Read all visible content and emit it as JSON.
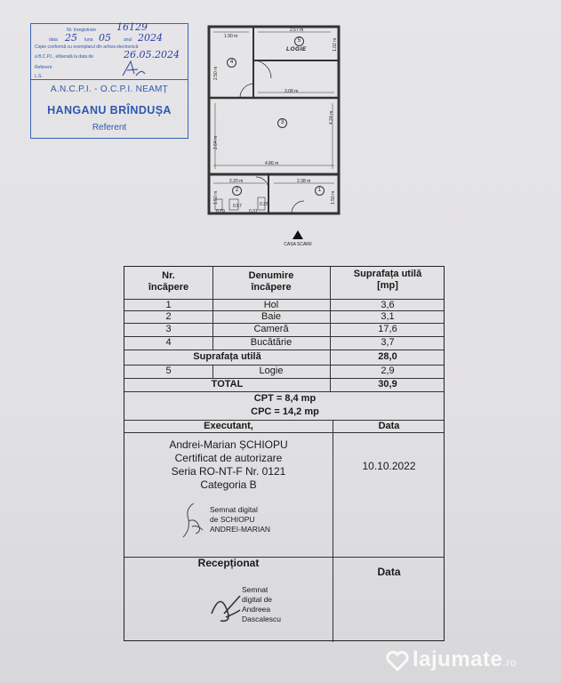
{
  "stamp": {
    "line1": "Nr. înregistrare",
    "nr": "16129",
    "line2_pre": "data",
    "day": "25",
    "line2_luna": "luna",
    "month": "05",
    "line2_anul": "anul",
    "year": "2024",
    "line3": "Copie conformă cu exemplarul din arhiva electronică",
    "line4_pre": "a B.C.P.I., eliberată la data de",
    "date": "26.05.2024",
    "line5": "Referent",
    "line6": "L.S.",
    "org": "A.N.C.P.I. - O.C.P.I. NEAMȚ",
    "name": "HANGANU BRÎNDUȘA",
    "role": "Referent"
  },
  "plan": {
    "label_logie": "LOGIE",
    "room_nums": [
      "5",
      "4",
      "3",
      "2",
      "1"
    ],
    "dims": {
      "top_left": "1.90 m",
      "top_right": "2.57 m",
      "logie_right": "1.02 m",
      "left_upper": "2.50 m",
      "mid": "3.08 m",
      "left_main": "2.64 m",
      "right_main": "4.24 m",
      "bottom_main": "4.86 m",
      "bath_w": "2.20 m",
      "hall_w": "2.38 m",
      "bath_h": "1.50 m",
      "hall_h": "1.50 m",
      "small1": "0.57",
      "small2": "0.25",
      "small3": "0.29",
      "small4": "0.31"
    },
    "stairs": "CASA SCARII"
  },
  "table": {
    "head_nr": [
      "Nr.",
      "încăpere"
    ],
    "head_den": [
      "Denumire",
      "încăpere"
    ],
    "head_sup": [
      "Suprafața utilă",
      "[mp]"
    ],
    "rows": [
      {
        "nr": "1",
        "name": "Hol",
        "area": "3,6"
      },
      {
        "nr": "2",
        "name": "Baie",
        "area": "3,1"
      },
      {
        "nr": "3",
        "name": "Cameră",
        "area": "17,6"
      },
      {
        "nr": "4",
        "name": "Bucătărie",
        "area": "3,7"
      }
    ],
    "subtotal_label": "Suprafața utilă",
    "subtotal_value": "28,0",
    "logie": {
      "nr": "5",
      "name": "Logie",
      "area": "2,9"
    },
    "total_label": "TOTAL",
    "total_value": "30,9",
    "cpt": "CPT = 8,4 mp",
    "cpc": "CPC = 14,2 mp",
    "executant_label": "Executant,",
    "data_label": "Data",
    "exec_lines": [
      "Andrei-Marian ȘCHIOPU",
      "Certificat de autorizare",
      "Seria RO-NT-F Nr. 0121",
      "Categoria B"
    ],
    "exec_date": "10.10.2022",
    "sign1_lines": [
      "Semnat digital",
      "de SCHIOPU",
      "ANDREI-MARIAN"
    ],
    "receptionat_label": "Recepționat",
    "data_label2": "Data",
    "sign2_lines": [
      "Semnat",
      "digital de",
      "Andreea",
      "Dascalescu"
    ]
  },
  "watermark": {
    "brand": "lajumate",
    "tld": ".ro"
  }
}
